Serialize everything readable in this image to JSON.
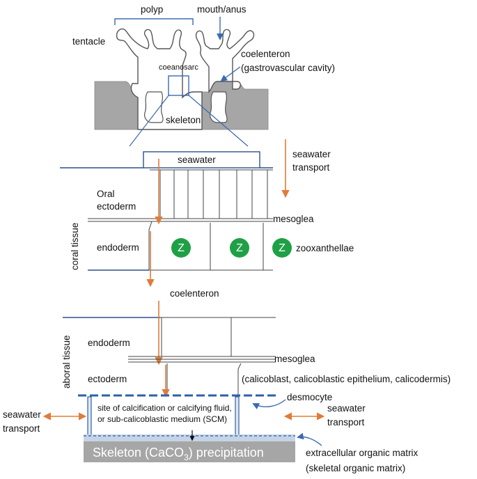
{
  "polyp_diagram": {
    "labels": {
      "polyp": "polyp",
      "mouth_anus": "mouth/anus",
      "tentacle": "tentacle",
      "coenosarc": "coeanosarc",
      "coelenteron": "coelenteron",
      "coelenteron_sub": "(gastrovascular cavity)",
      "skeleton": "skeleton"
    }
  },
  "tissue_section": {
    "seawater": "seawater",
    "seawater_transport": [
      "seawater",
      "transport"
    ],
    "oral_ectoderm": [
      "Oral",
      "ectoderm"
    ],
    "coral_tissue": "coral tissue",
    "mesoglea_upper": "mesoglea",
    "endoderm_upper": "endoderm",
    "zooxanthella_mark": "Z",
    "zooxanthellae": "zooxanthellae",
    "coelenteron": "coelenteron",
    "aboral_tissue": "aboral tissue",
    "endoderm_lower": "endoderm",
    "mesoglea_lower": "mesoglea",
    "ectoderm_lower": "ectoderm",
    "calicoblast_note": "(calicoblast, calicoblastic epithelium, calicodermis)",
    "desmocyte": "desmocyte",
    "calcification_site": [
      "site of calcification or calcifying fluid,",
      "or sub-calicoblastic medium (SCM)"
    ],
    "left_seawater_transport": [
      "seawater",
      "transport"
    ],
    "right_seawater_transport": [
      "seawater",
      "transport"
    ],
    "skeleton_precip": "Skeleton (CaCO",
    "skeleton_sub": "3",
    "skeleton_suffix": ") precipitation",
    "organic_matrix": [
      "extracellular organic matrix",
      "(skeletal organic matrix)"
    ]
  },
  "colors": {
    "arrow_orange": "#e07b39",
    "line_blue": "#3a6ab0",
    "zoox_green": "#1fa046",
    "skeleton_gray": "#a6a6a6",
    "dashed_blue": "#2e5fa8"
  }
}
